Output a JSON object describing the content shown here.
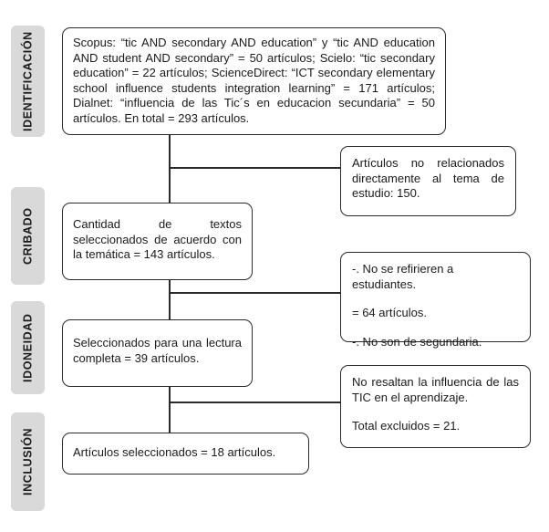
{
  "diagram": {
    "stages": [
      {
        "label": "IDENTIFICACIÓN"
      },
      {
        "label": "CRIBADO"
      },
      {
        "label": "IDONEIDAD"
      },
      {
        "label": "INCLUSIÓN"
      }
    ],
    "main_boxes": [
      {
        "text": "Scopus: “tic AND secondary AND education” y “tic AND education AND student AND secondary” = 50 artículos; Scielo: “tic secondary education” = 22 artículos; ScienceDirect: “ICT secondary elementary school influence students integration learning” = 171 artículos; Dialnet: “influencia de las Tic´s en educacion secundaria” = 50 artículos. En total = 293 artículos."
      },
      {
        "text": "Cantidad de textos seleccionados de acuerdo con la temática = 143 artículos."
      },
      {
        "text": "Seleccionados para una lectura completa = 39 artículos."
      },
      {
        "text": "Artículos seleccionados = 18 artículos."
      }
    ],
    "side_boxes": [
      {
        "lines": [
          "Artículos no relacionados directamente al tema de estudio: 150."
        ]
      },
      {
        "lines": [
          "-. No se refirieren a estudiantes.",
          "= 64 artículos.",
          "-. No son de segundaria."
        ]
      },
      {
        "lines": [
          "No resaltan la influencia de las TIC en el aprendizaje.",
          "Total excluidos = 21."
        ]
      }
    ],
    "colors": {
      "stage_fill": "#d9d9d9",
      "box_border": "#2b2b2b",
      "background": "#ffffff"
    }
  }
}
